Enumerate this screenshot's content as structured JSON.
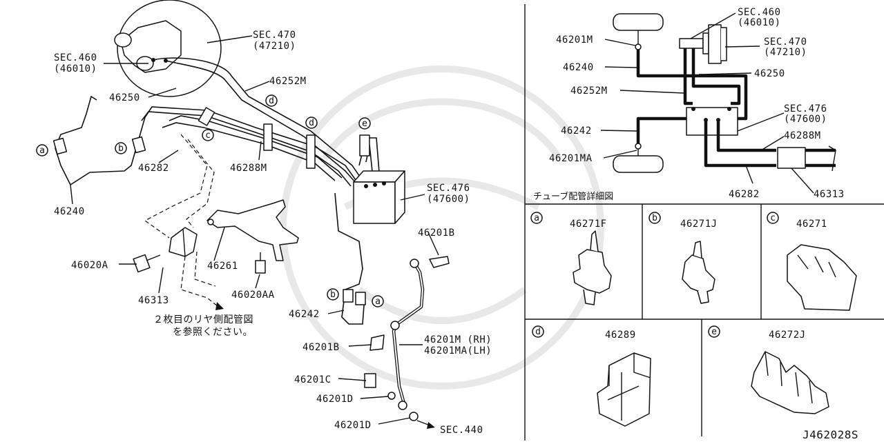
{
  "main": {
    "sec470_a": "SEC.470",
    "sec470_b": "(47210)",
    "sec460_a": "SEC.460",
    "sec460_b": "(46010)",
    "p46250": "46250",
    "p46252m": "46252M",
    "p46240": "46240",
    "p46282": "46282",
    "p46288m": "46288M",
    "sec476_a": "SEC.476",
    "sec476_b": "(47600)",
    "p46261": "46261",
    "p46020a": "46020A",
    "p46313": "46313",
    "p46020aa": "46020AA",
    "p46242": "46242",
    "p46201b_top": "46201B",
    "p46201b_bot": "46201B",
    "p46201m": "46201M (RH)",
    "p46201ma": "46201MA(LH)",
    "p46201c": "46201C",
    "p46201d_1": "46201D",
    "p46201d_2": "46201D",
    "sec440": "SEC.440",
    "note_1": "２枚目のリヤ側配管図",
    "note_2": "を参照ください。",
    "clips": [
      "a",
      "b",
      "c",
      "d",
      "d",
      "e"
    ]
  },
  "detail": {
    "sec460_a": "SEC.460",
    "sec460_b": "(46010)",
    "sec470_a": "SEC.470",
    "sec470_b": "(47210)",
    "p46201m": "46201M",
    "p46240": "46240",
    "p46250": "46250",
    "p46252m": "46252M",
    "sec476_a": "SEC.476",
    "sec476_b": "(47600)",
    "p46242": "46242",
    "p46288m": "46288M",
    "p46201ma": "46201MA",
    "p46282": "46282",
    "p46313": "46313",
    "caption": "チューブ配管詳細図"
  },
  "clips_panel": [
    {
      "letter": "a",
      "part": "46271F"
    },
    {
      "letter": "b",
      "part": "46271J"
    },
    {
      "letter": "c",
      "part": "46271"
    },
    {
      "letter": "d",
      "part": "46289"
    },
    {
      "letter": "e",
      "part": "46272J"
    }
  ],
  "diagram_id": "J462028S"
}
